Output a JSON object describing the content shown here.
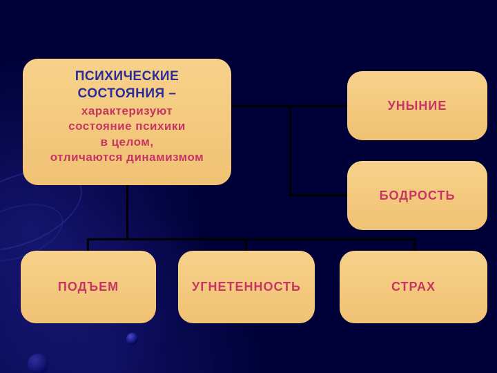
{
  "colors": {
    "background": "#000038",
    "box_fill": "#F3C97E",
    "title_text": "#2B2B99",
    "label_text": "#C73563",
    "connector": "#000000"
  },
  "main_box": {
    "title": "ПСИХИЧЕСКИЕ\nСОСТОЯНИЯ –",
    "body": "характеризуют\nсостояние психики\nв целом,\nотличаются динамизмом"
  },
  "nodes": [
    {
      "label": "УНЫНИЕ"
    },
    {
      "label": "БОДРОСТЬ"
    },
    {
      "label": "ПОДЪЕМ"
    },
    {
      "label": "УГНЕТЕННОСТЬ"
    },
    {
      "label": "СТРАХ"
    }
  ]
}
